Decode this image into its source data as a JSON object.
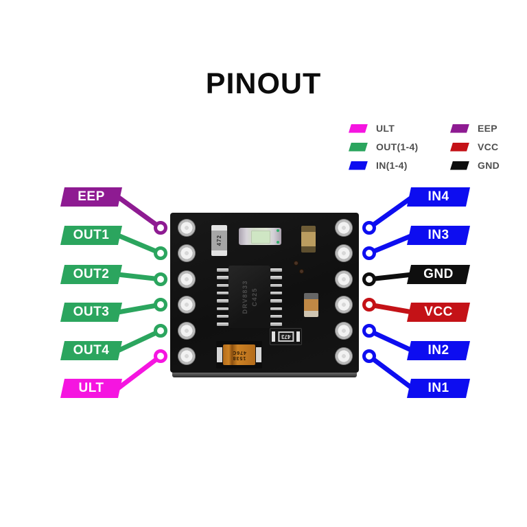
{
  "title": "PINOUT",
  "colors": {
    "ult": "#f515e0",
    "out": "#2ba55e",
    "in": "#0d0df0",
    "eep": "#8e1b92",
    "vcc": "#c41217",
    "gnd": "#0e0e0e"
  },
  "legend": {
    "columns": [
      {
        "items": [
          {
            "label": "ULT",
            "color_key": "ult"
          },
          {
            "label": "OUT(1-4)",
            "color_key": "out"
          },
          {
            "label": "IN(1-4)",
            "color_key": "in"
          }
        ]
      },
      {
        "items": [
          {
            "label": "EEP",
            "color_key": "eep"
          },
          {
            "label": "VCC",
            "color_key": "vcc"
          },
          {
            "label": "GND",
            "color_key": "gnd"
          }
        ]
      }
    ]
  },
  "pins": {
    "left": [
      {
        "label": "EEP",
        "color_key": "eep"
      },
      {
        "label": "OUT1",
        "color_key": "out"
      },
      {
        "label": "OUT2",
        "color_key": "out"
      },
      {
        "label": "OUT3",
        "color_key": "out"
      },
      {
        "label": "OUT4",
        "color_key": "out"
      },
      {
        "label": "ULT",
        "color_key": "ult"
      }
    ],
    "right": [
      {
        "label": "IN4",
        "color_key": "in"
      },
      {
        "label": "IN3",
        "color_key": "in"
      },
      {
        "label": "GND",
        "color_key": "gnd"
      },
      {
        "label": "VCC",
        "color_key": "vcc"
      },
      {
        "label": "IN2",
        "color_key": "in"
      },
      {
        "label": "IN1",
        "color_key": "in"
      }
    ]
  },
  "board": {
    "chip_marking_line1": "DRV8833",
    "chip_marking_line2": "C425",
    "resistor_top_marking": "472",
    "resistor_bottom_marking": "473",
    "capacitor_marking_line1": "1538",
    "capacitor_marking_line2": "476C"
  }
}
